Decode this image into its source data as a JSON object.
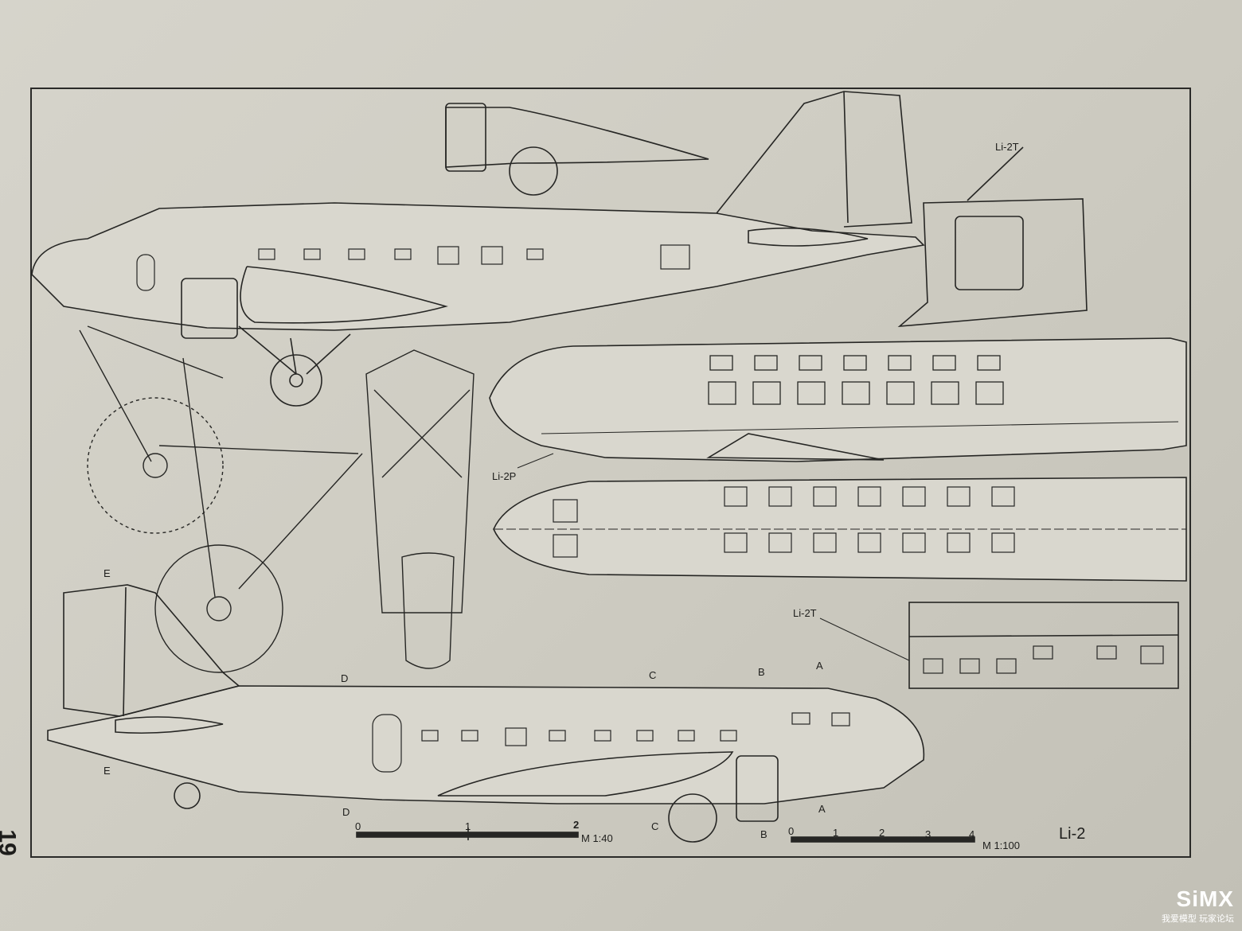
{
  "page": {
    "page_number": "19",
    "drawing_title": "Li-2"
  },
  "labels": {
    "li2t_top": "Li-2T",
    "li2p": "Li-2P",
    "li2t_bottom": "Li-2T"
  },
  "section_marks": {
    "a": "A",
    "b": "B",
    "c": "C",
    "d": "D",
    "e": "E"
  },
  "scales": {
    "scale_1_40": {
      "label": "M 1:40",
      "ticks": [
        "0",
        "1",
        "2"
      ]
    },
    "scale_1_100": {
      "label": "M 1:100",
      "ticks": [
        "0",
        "1",
        "2",
        "3",
        "4"
      ]
    }
  },
  "watermark": {
    "logo": "SiMX",
    "subtitle": "我爱模型 玩家论坛"
  }
}
